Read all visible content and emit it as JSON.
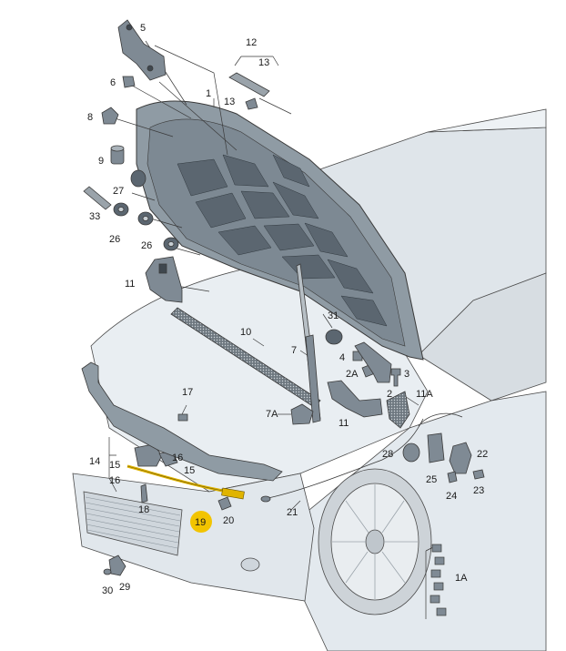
{
  "diagram": {
    "labels": {
      "l1": "1",
      "l1A": "1A",
      "l2": "2",
      "l2A": "2A",
      "l3": "3",
      "l4": "4",
      "l5": "5",
      "l6": "6",
      "l7": "7",
      "l7A": "7A",
      "l8": "8",
      "l9": "9",
      "l10": "10",
      "l11": "11",
      "l11b": "11",
      "l11A": "11A",
      "l12": "12",
      "l13a": "13",
      "l13b": "13",
      "l14": "14",
      "l15a": "15",
      "l15b": "15",
      "l16a": "16",
      "l16b": "16",
      "l17": "17",
      "l18": "18",
      "l19": "19",
      "l20": "20",
      "l21": "21",
      "l22": "22",
      "l23": "23",
      "l24": "24",
      "l25": "25",
      "l26a": "26",
      "l26b": "26",
      "l27": "27",
      "l28": "28",
      "l29": "29",
      "l30": "30",
      "l31": "31",
      "l33": "33"
    },
    "colors": {
      "line": "#3a3a3a",
      "car_fill": "#e6ebef",
      "hood_fill": "#8f9ba4",
      "hood_cutout": "#5b6670",
      "part_fill": "#7f8a94",
      "part_dark": "#3f474e",
      "highlight": "#f2c400",
      "highlight_part": "#e0b400"
    }
  }
}
